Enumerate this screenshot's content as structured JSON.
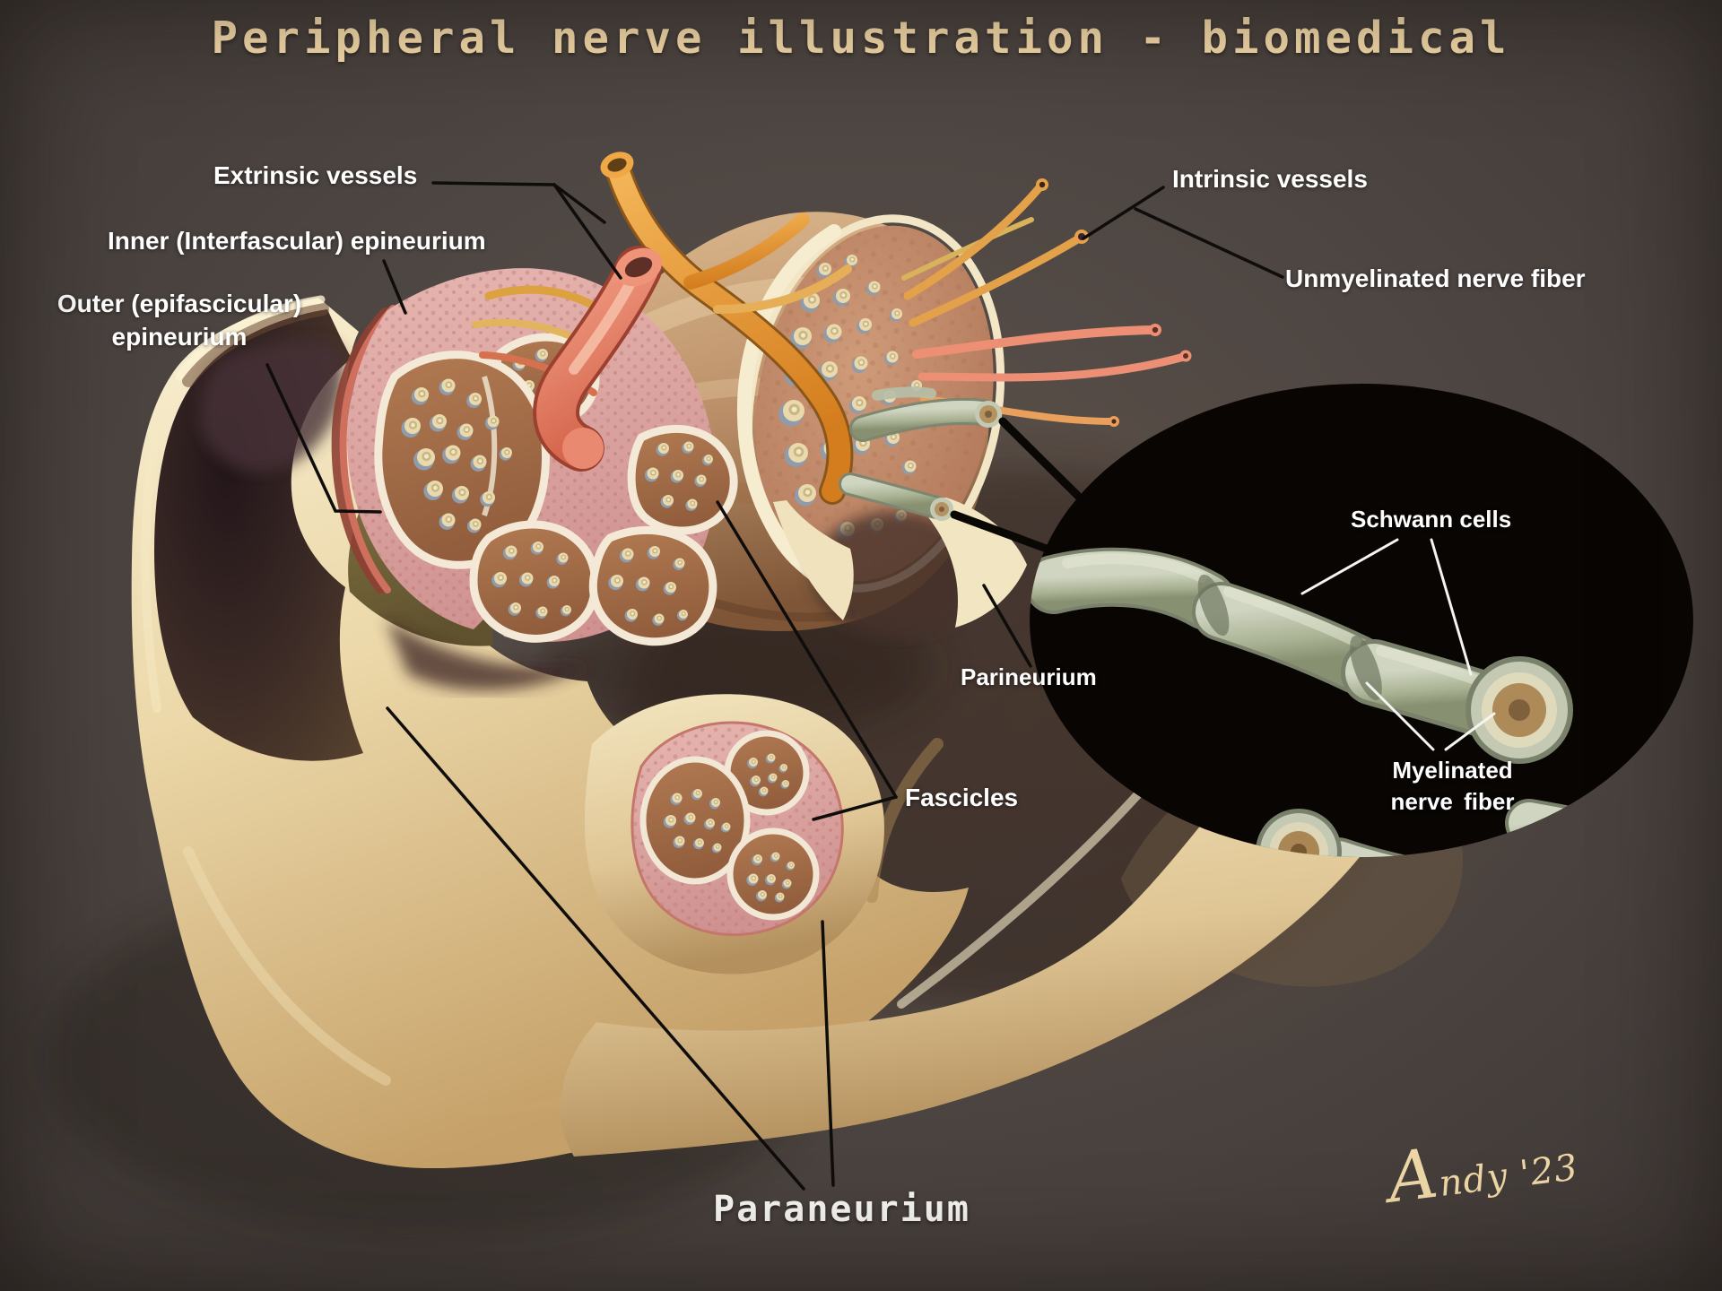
{
  "title": "Peripheral nerve illustration - biomedical",
  "signature": "Andy '23",
  "labels": {
    "extrinsic_vessels": "Extrinsic vessels",
    "inner_epineurium": "Inner (Interfascular) epineurium",
    "outer_epineurium": [
      "Outer (epifascicular)",
      "epineurium"
    ],
    "intrinsic_vessels": "Intrinsic vessels",
    "unmyelinated_fiber": "Unmyelinated nerve fiber",
    "schwann_cells": "Schwann cells",
    "parineurium": "Parineurium",
    "fascicles": "Fascicles",
    "myelinated_fiber": [
      "Myelinated",
      "nerve fiber"
    ],
    "paraneurium": "Paraneurium"
  },
  "colors": {
    "background": "#4a423e",
    "title_text": "#f7dcab",
    "label_text": "#ffffff",
    "artery_orange": "#e8962f",
    "vein_salmon": "#e87a62",
    "nerve_sheath_cream": "#efdfb4",
    "epineurium_pink": "#dca4a0",
    "fascicle_brown": "#a56f4a",
    "schwann_sage": "#b7bfa9",
    "inset_background": "#080503",
    "signature_gold": "#eed7a6"
  }
}
